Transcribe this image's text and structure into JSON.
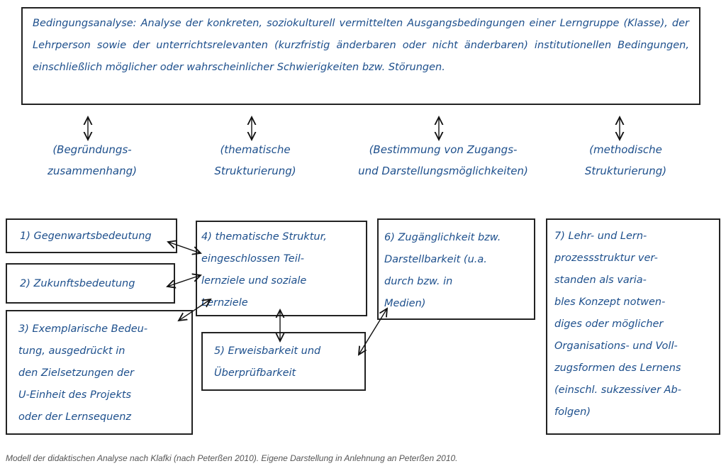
{
  "top_box": "Bedingungsanalyse: Analyse der konkreten, soziokulturell vermittelten Ausgangsbedingungen einer Lerngruppe (Klasse), der Lehrperson sowie der unterrichtsrelevanten (kurzfristig änderbaren oder nicht änderbaren) institutionellen Bedingungen, einschließlich möglicher oder wahrscheinlicher Schwierigkeiten bzw. Störungen.",
  "labels": [
    "(Begründungs-\nzusammenhang)",
    "(thematische\nStrukturierung)",
    "(Bestimmung von Zugangs-\nund Darstellungsmöglichkeiten)",
    "(methodische\nStrukturierung)"
  ],
  "boxes": {
    "b1": "1) Gegenwartsbedeutung",
    "b2": "2) Zukunftsbedeutung",
    "b3": "3) Exemplarische Bedeu-\ntung, ausgedrückt in\nden Zielsetzungen der\nU-Einheit des Projekts\noder der Lernsequenz",
    "b4": "4) thematische Struktur,\neingeschlossen Teil-\nlernziele und soziale\nLernziele",
    "b5": "5) Erweisbarkeit und\nÜberprüfbarkeit",
    "b6": "6) Zugänglichkeit bzw.\nDarstellbarkeit (u.a.\ndurch bzw. in\nMedien)",
    "b7": "7) Lehr- und Lern-\nprozessstruktur ver-\nstanden als varia-\nbles Konzept notwen-\ndiges oder möglicher\nOrganisations- und Voll-\nzugsformen des Lernens\n(einschl. sukzessiver Ab-\nfolgen)"
  },
  "caption": "Modell der didaktischen Analyse nach Klafki (nach Peterßen 2010). Eigene Darstellung in Anlehnung an Peterßen 2010.",
  "colors": {
    "ink": "#1d4f8c",
    "border": "#222222"
  }
}
